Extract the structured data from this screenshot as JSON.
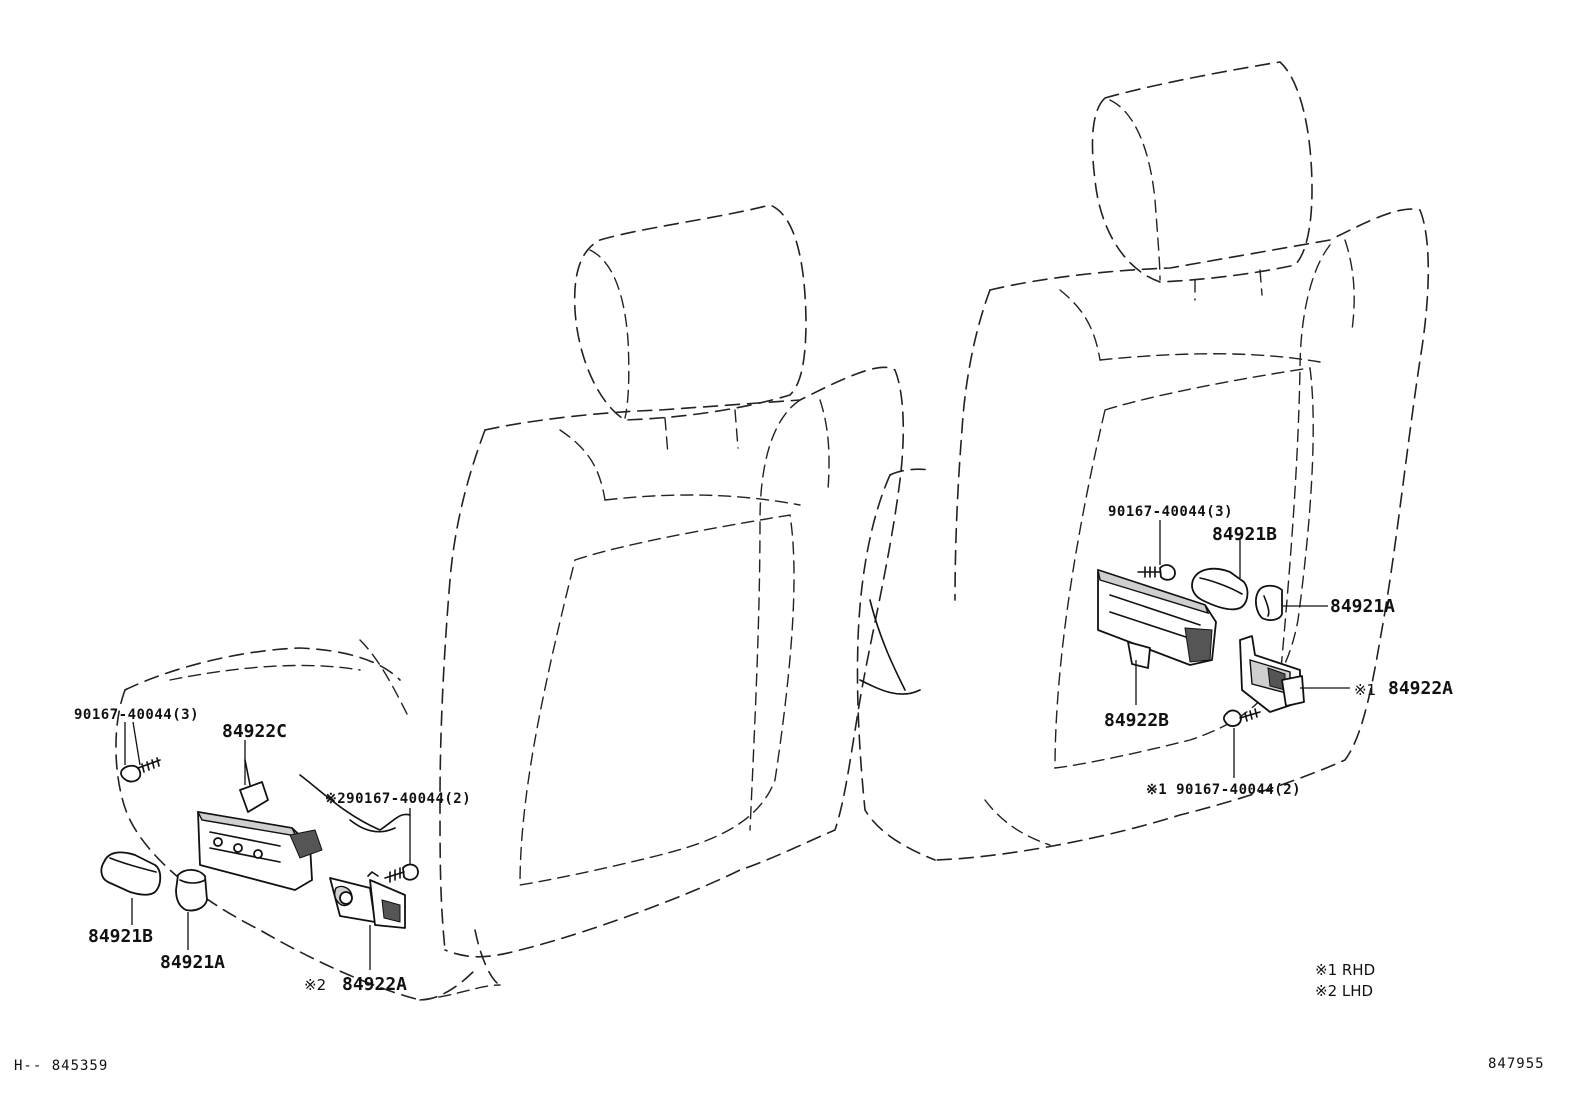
{
  "left_seat": {
    "labels": {
      "screw_top": "90167-40044(3)",
      "screw_mid": "※290167-40044(2)",
      "bezel_c": "84922C",
      "knob_b": "84921B",
      "knob_a": "84921A",
      "switch_a_mark": "※2",
      "switch_a": "84922A"
    }
  },
  "right_seat": {
    "labels": {
      "screw_top": "90167-40044(3)",
      "knob_b": "84921B",
      "knob_a": "84921A",
      "switch_a_mark": "※1",
      "switch_a": "84922A",
      "bezel_b": "84922B",
      "screw_bottom": "※1 90167-40044(2)"
    }
  },
  "legend": {
    "rhd": "※1 RHD",
    "lhd": "※2 LHD"
  },
  "footer": {
    "left_ref": "H-- 845359",
    "right_ref": "847955"
  }
}
